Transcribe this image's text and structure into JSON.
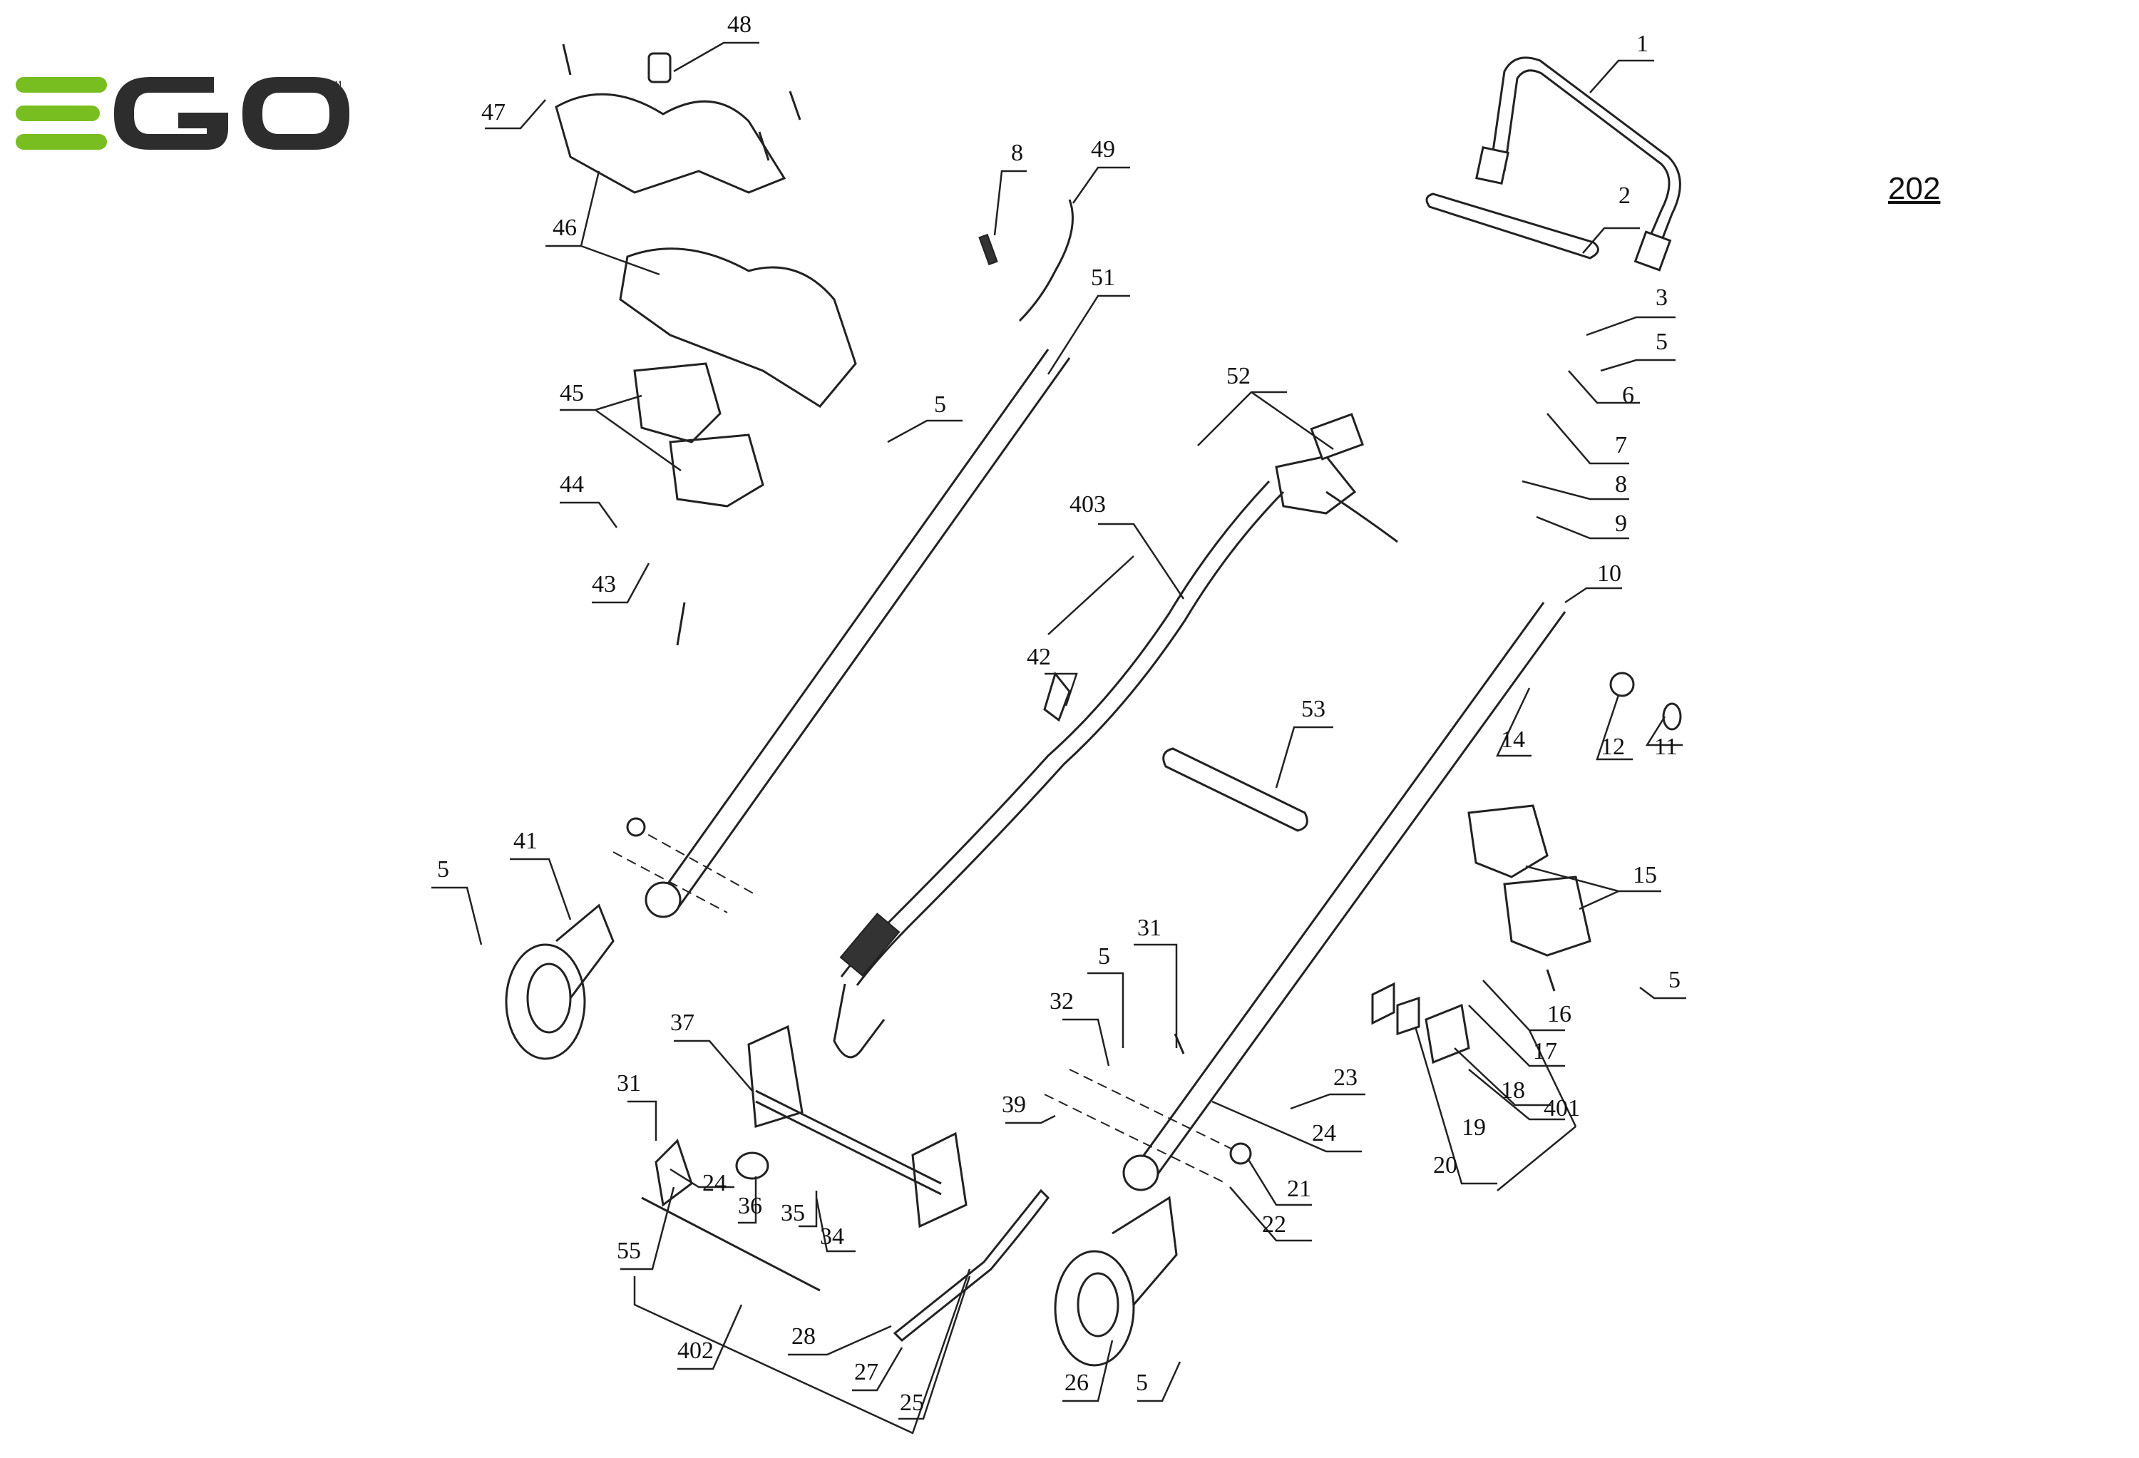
{
  "brand": {
    "name": "EGO",
    "trademark": "™",
    "colors": {
      "green": "#78be20",
      "dark": "#2d2d2d"
    }
  },
  "page_number": "202",
  "callouts": [
    {
      "id": "c1",
      "text": "1"
    },
    {
      "id": "c2",
      "text": "2"
    },
    {
      "id": "c3",
      "text": "3"
    },
    {
      "id": "c5a",
      "text": "5"
    },
    {
      "id": "c6",
      "text": "6"
    },
    {
      "id": "c7",
      "text": "7"
    },
    {
      "id": "c8a",
      "text": "8"
    },
    {
      "id": "c9",
      "text": "9"
    },
    {
      "id": "c10",
      "text": "10"
    },
    {
      "id": "c11",
      "text": "11"
    },
    {
      "id": "c12",
      "text": "12"
    },
    {
      "id": "c14",
      "text": "14"
    },
    {
      "id": "c15",
      "text": "15"
    },
    {
      "id": "c5b",
      "text": "5"
    },
    {
      "id": "c16",
      "text": "16"
    },
    {
      "id": "c17",
      "text": "17"
    },
    {
      "id": "c18",
      "text": "18"
    },
    {
      "id": "c19",
      "text": "19"
    },
    {
      "id": "c20",
      "text": "20"
    },
    {
      "id": "c401",
      "text": "401"
    },
    {
      "id": "c21",
      "text": "21"
    },
    {
      "id": "c22",
      "text": "22"
    },
    {
      "id": "c23",
      "text": "23"
    },
    {
      "id": "c24a",
      "text": "24"
    },
    {
      "id": "c26",
      "text": "26"
    },
    {
      "id": "c5c",
      "text": "5"
    },
    {
      "id": "c31a",
      "text": "31"
    },
    {
      "id": "c5d",
      "text": "5"
    },
    {
      "id": "c32",
      "text": "32"
    },
    {
      "id": "c39",
      "text": "39"
    },
    {
      "id": "c53",
      "text": "53"
    },
    {
      "id": "c52",
      "text": "52"
    },
    {
      "id": "c403",
      "text": "403"
    },
    {
      "id": "c42",
      "text": "42"
    },
    {
      "id": "c8b",
      "text": "8"
    },
    {
      "id": "c49",
      "text": "49"
    },
    {
      "id": "c51",
      "text": "51"
    },
    {
      "id": "c48",
      "text": "48"
    },
    {
      "id": "c47",
      "text": "47"
    },
    {
      "id": "c46",
      "text": "46"
    },
    {
      "id": "c45",
      "text": "45"
    },
    {
      "id": "c5e",
      "text": "5"
    },
    {
      "id": "c44",
      "text": "44"
    },
    {
      "id": "c43",
      "text": "43"
    },
    {
      "id": "c5f",
      "text": "5"
    },
    {
      "id": "c41",
      "text": "41"
    },
    {
      "id": "c37",
      "text": "37"
    },
    {
      "id": "c31b",
      "text": "31"
    },
    {
      "id": "c24b",
      "text": "24"
    },
    {
      "id": "c36",
      "text": "36"
    },
    {
      "id": "c35",
      "text": "35"
    },
    {
      "id": "c34",
      "text": "34"
    },
    {
      "id": "c55",
      "text": "55"
    },
    {
      "id": "c402",
      "text": "402"
    },
    {
      "id": "c28",
      "text": "28"
    },
    {
      "id": "c27",
      "text": "27"
    },
    {
      "id": "c25",
      "text": "25"
    }
  ]
}
